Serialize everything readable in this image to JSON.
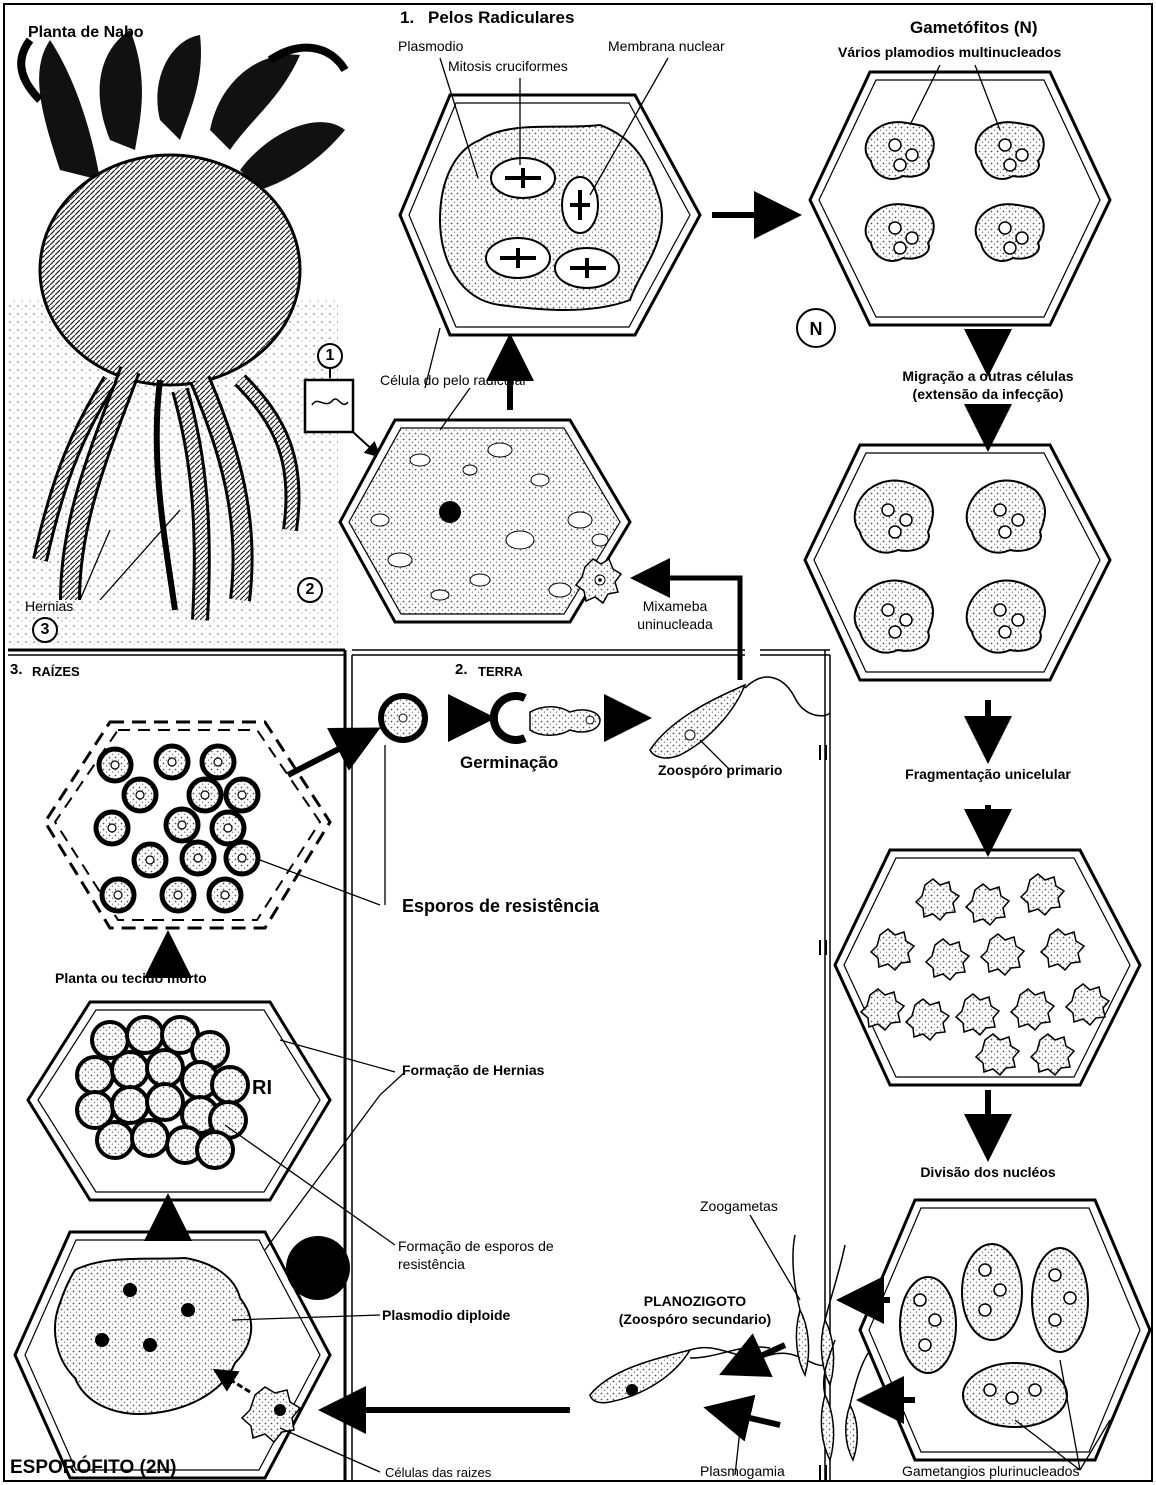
{
  "labels": {
    "turnip_plant": "Planta de Nabo",
    "root_hairs_title": "Pelos Radiculares",
    "plasmodio": "Plasmodio",
    "membrana": "Membrana nuclear",
    "mitosis": "Mitosis cruciformes",
    "gametofitos": "Gametófitos (N)",
    "varios": "Vários plamodios multinucleados",
    "celula_pelo": "Célula do pelo radicular",
    "migracao_1": "Migração a outras células",
    "migracao_2": "(extensão da infecção)",
    "hernias": "Hernias",
    "mixameba_1": "Mixameba",
    "mixameba_2": "uninucleada",
    "raizes_title": "RAÍZES",
    "terra_title": "TERRA",
    "germinacao": "Germinação",
    "zoosporo_primario": "Zoospóro primario",
    "fragmentacao": "Fragmentação unicelular",
    "esporos": "Esporos de resistência",
    "planta_morta": "Planta ou tecido morto",
    "formacao_hernias": "Formação de Hernias",
    "divisao": "Divisão dos nucléos",
    "zoogametas": "Zoogametas",
    "formacao_esporos_1": "Formação de esporos de",
    "formacao_esporos_2": "resistência",
    "planozigoto_1": "PLANOZIGOTO",
    "planozigoto_2": "(Zoospóro secundario)",
    "plasmodio_diploide": "Plasmodio diploide",
    "esporofito": "ESPORÓFITO (2N)",
    "celulas_raizes": "Células das raizes",
    "plasmogamia": "Plasmogamia",
    "gametangios": "Gametangios plurinucleados",
    "ri": "RI",
    "n_mark": "N",
    "num1": "1.",
    "num2": "2.",
    "num3": "3.",
    "circle1": "1",
    "circle2": "2",
    "circle3": "3"
  },
  "colors": {
    "ink": "#000000",
    "paper": "#ffffff",
    "stipple": "#c8c8c8"
  }
}
